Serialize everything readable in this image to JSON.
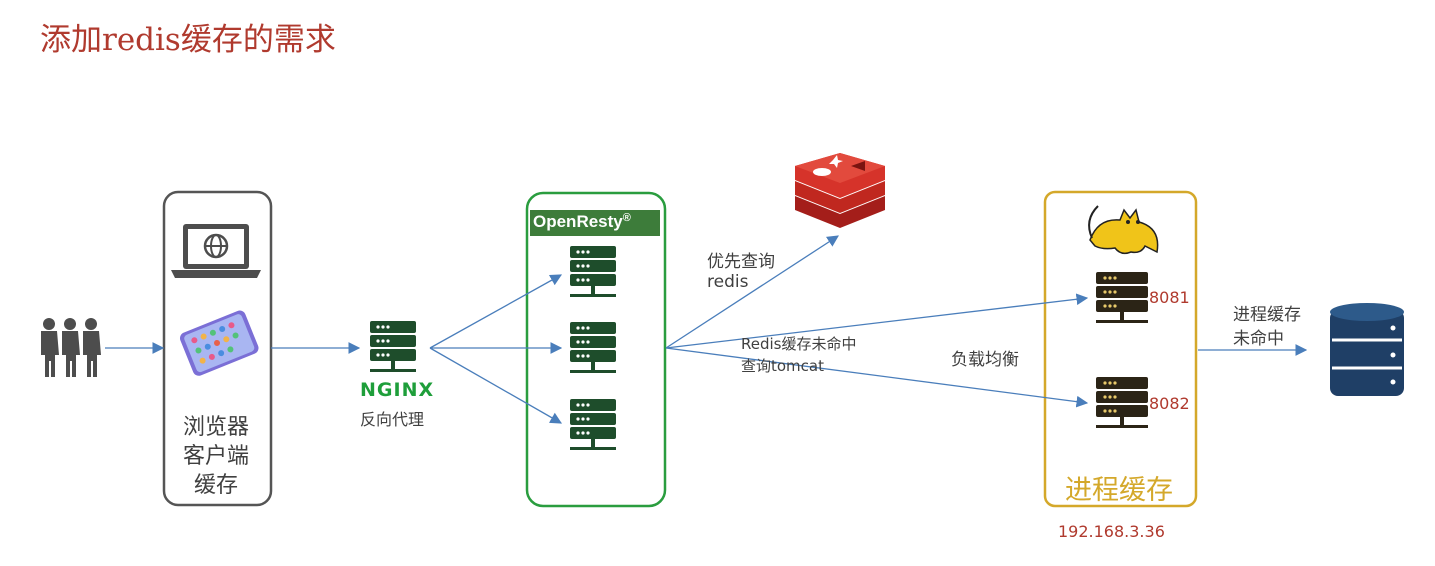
{
  "title": "添加redis缓存的需求",
  "browser_cache": {
    "line1": "浏览器",
    "line2": "客户端",
    "line3": "缓存"
  },
  "nginx": {
    "logo_text": "NGINX",
    "caption": "反向代理"
  },
  "openresty": {
    "label": "OpenResty",
    "mark": "®"
  },
  "edges": {
    "to_redis": {
      "line1": "优先查询",
      "line2": "redis"
    },
    "to_tomcat": {
      "line1": "Redis缓存未命中",
      "line2": "查询tomcat"
    },
    "load_balance": "负载均衡",
    "to_db": {
      "line1": "进程缓存",
      "line2": "未命中"
    }
  },
  "tomcat": {
    "port1": "8081",
    "port2": "8082",
    "cache_label": "进程缓存",
    "ip": "192.168.3.36"
  },
  "colors": {
    "title": "#b03a2e",
    "arrow": "#4a7ebb",
    "server_green": "#1e4d2b",
    "openresty_border": "#2a9d3f",
    "tomcat_border": "#d4a82a",
    "tomcat_server": "#2b2416",
    "redis": "#c0281f",
    "db": "#1f3f66",
    "port": "#b03a2e"
  },
  "icons": [
    "people-icon",
    "laptop-globe-icon",
    "phone-icon",
    "server-icon",
    "redis-icon",
    "tomcat-icon",
    "database-icon"
  ]
}
